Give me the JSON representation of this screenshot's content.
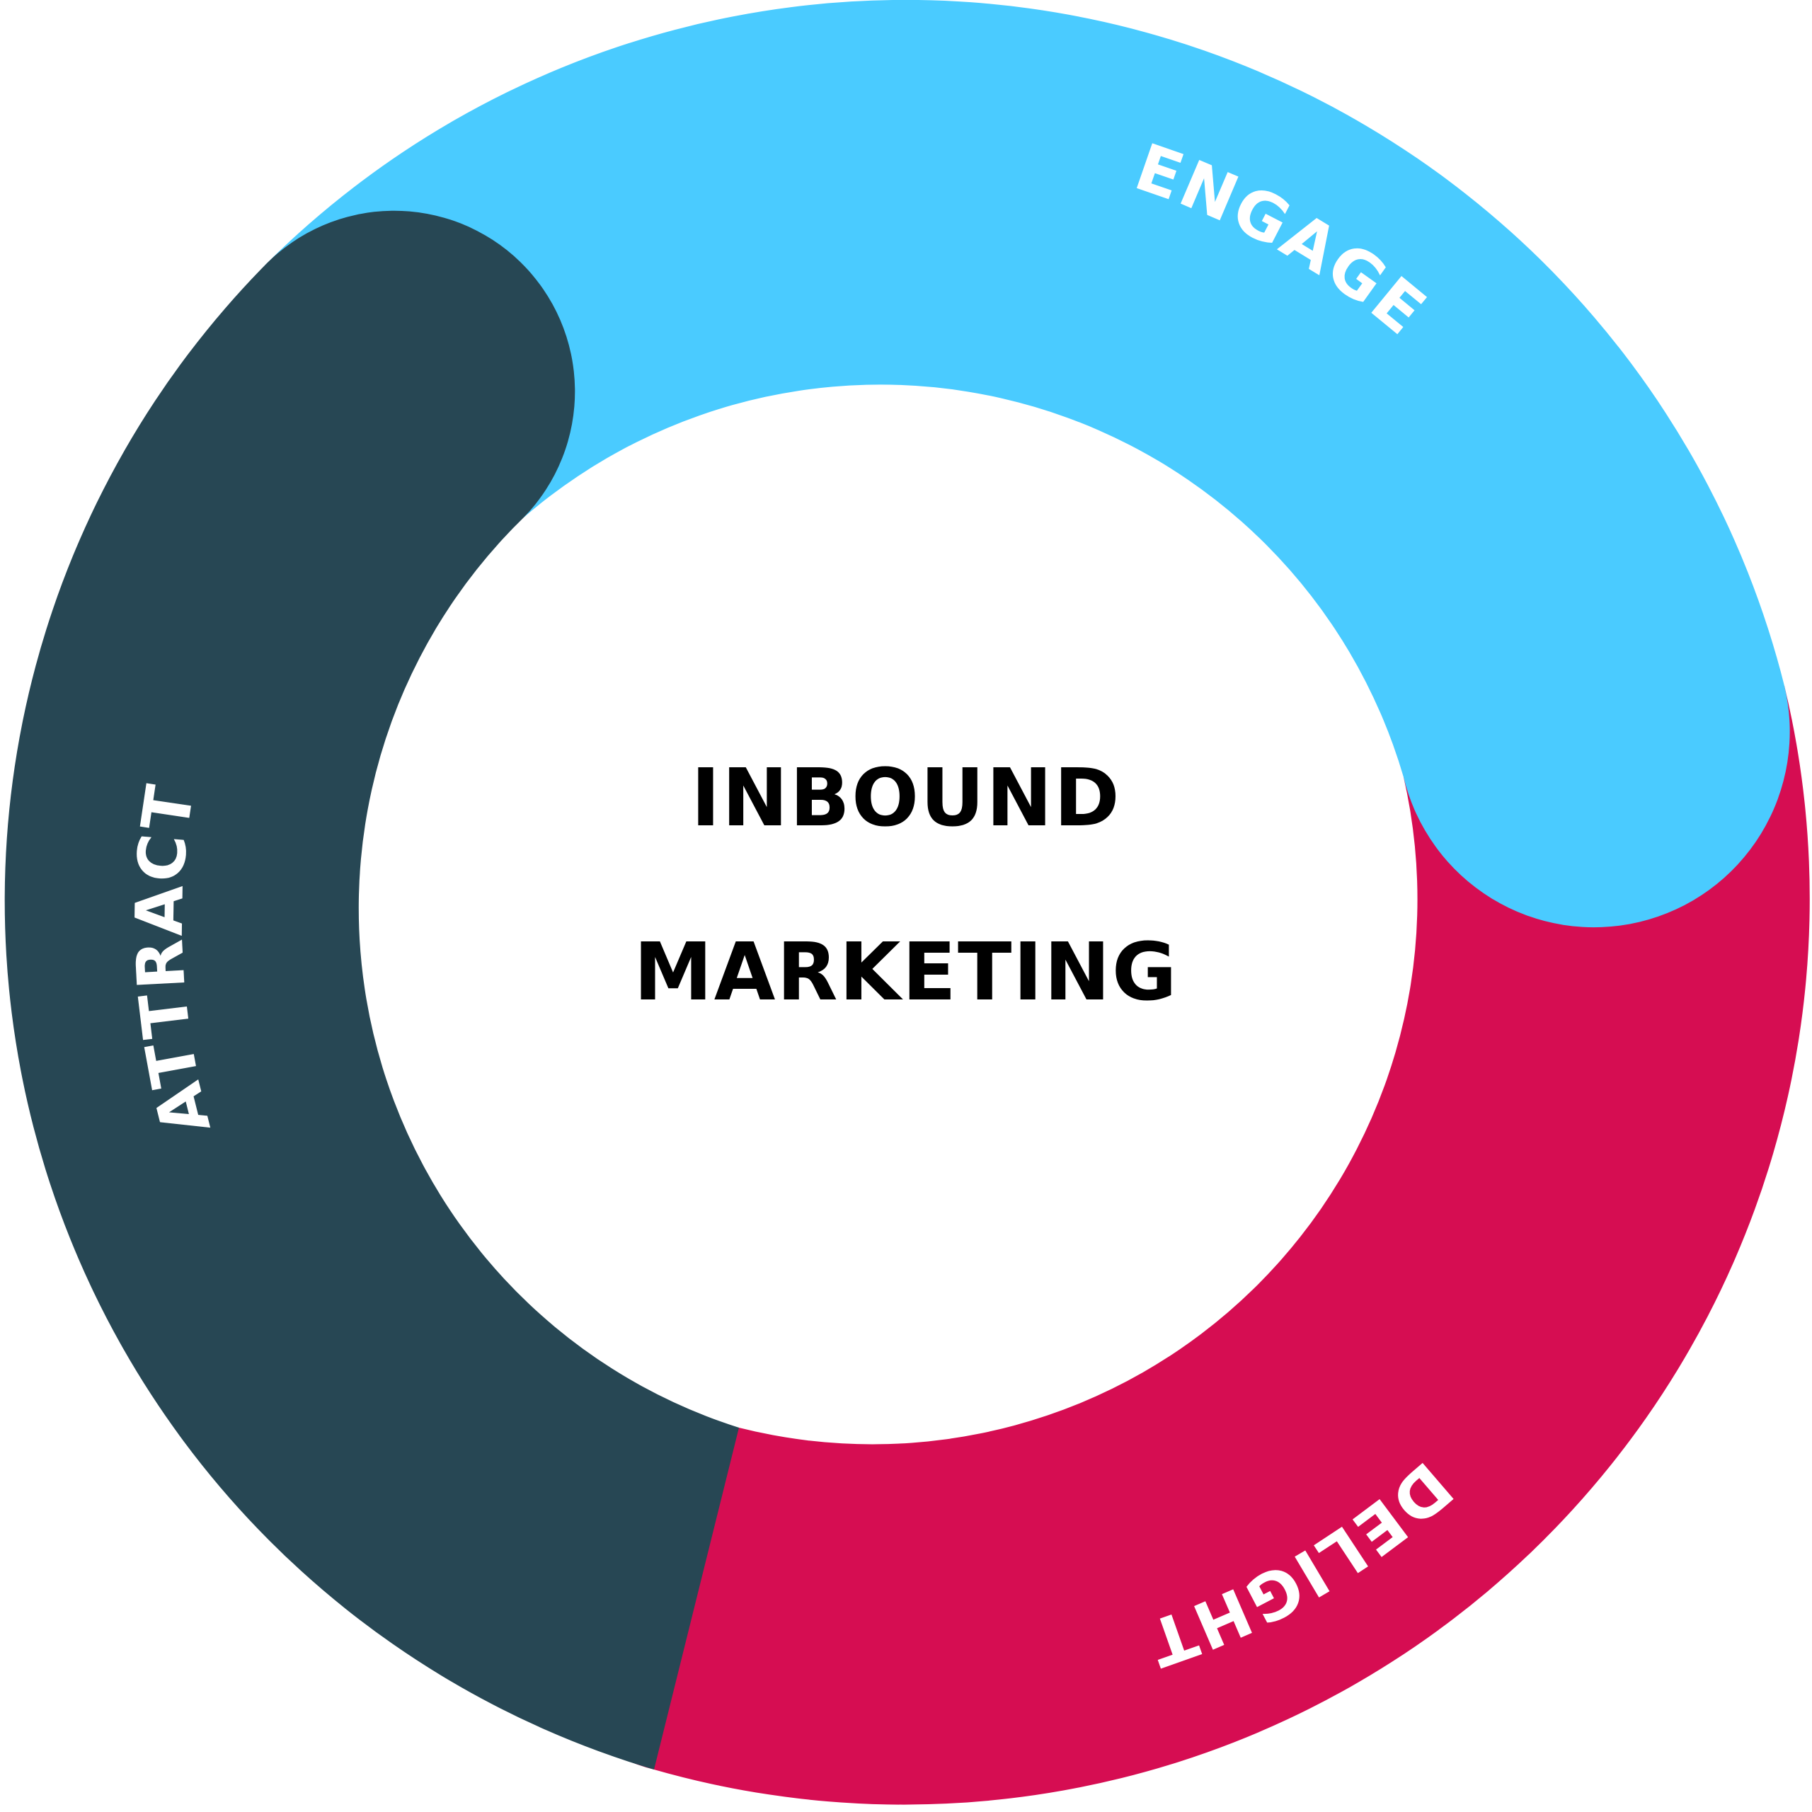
{
  "center": {
    "line1": "INBOUND",
    "line2": "MARKETING"
  },
  "stages": [
    {
      "id": "engage",
      "label": "ENGAGE",
      "color": "#4acbff"
    },
    {
      "id": "delight",
      "label": "DELIGHT",
      "color": "#d60d52"
    },
    {
      "id": "attract",
      "label": "ATTRACT",
      "color": "#274754"
    }
  ]
}
